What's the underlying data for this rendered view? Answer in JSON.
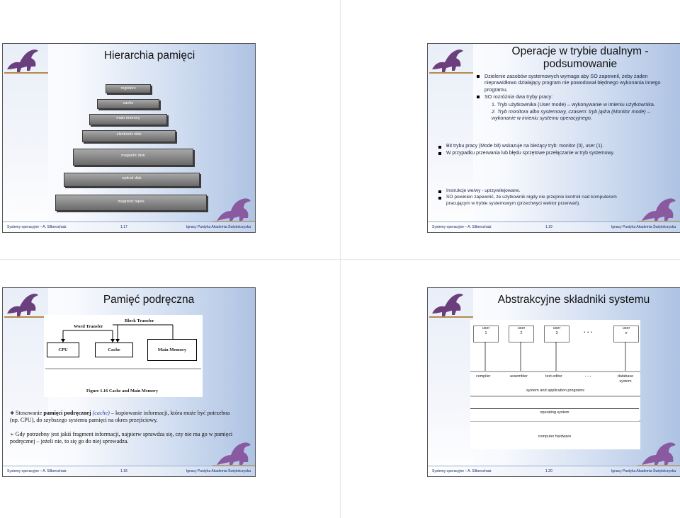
{
  "footer": {
    "left": "Systemy operacyjne – A. Silberschatz",
    "right": "Ignacy Pardyka Akademia Świętokrzyska"
  },
  "slides": {
    "s117": {
      "title": "Hierarchia pamięci",
      "page": "1.17",
      "levels": [
        "registers",
        "cache",
        "main memory",
        "electronic disk",
        "magnetic disk",
        "optical disk",
        "magnetic tapes"
      ]
    },
    "s119": {
      "title": "Operacje w trybie dualnym - podsumowanie",
      "page": "1.19",
      "b1": "Dzielenie zasobów systemowych wymaga aby SO zapewnił, żeby żaden nieprawidłowo działający program nie powodował błędnego wykonania innego programu.",
      "b2": "SO rozróżnia dwa tryby pracy:",
      "b2a": "1. Tryb użytkownika (User mode) – wykonywanie w imieniu użytkownika.",
      "b2b": "2. Tryb monitora albo systemowy, czasem: tryb jądra (Monitor mode) – wykonanie w imieniu systemu operacyjnego.",
      "b3": "Bit trybu pracy (Mode bit) wskazuje na bieżący tryb: monitor (0), user (1).",
      "b4": "W przypadku przerwania lub błędu sprzętowe przełączanie w tryb systemowy.",
      "b5": "Instrukcje we/wy - uprzywilejowane.",
      "b6": "SO powinien zapewnić, że użytkownik nigdy nie przejmie kontroli nad komputerem pracującym w trybie systemowym (przechwyci wektor przerwań)."
    },
    "s118": {
      "title": "Pamięć podręczna",
      "page": "1.18",
      "word_transfer": "Word Transfer",
      "block_transfer": "Block Transfer",
      "cpu": "CPU",
      "cache": "Cache",
      "main_memory": "Main Memory",
      "caption": "Figure 1.16 Cache and Main Memory",
      "p1_a": "Stosowanie ",
      "p1_b": "pamięci podręcznej",
      "p1_c": " (cache)",
      "p1_d": " – kopiowanie informacji, która może być potrzebna (np. CPU), do szybszego systemu pamięci na okres przejściowy.",
      "p2": "Gdy potrzebny jest jakiś fragment informacji, najpierw sprawdza się, czy nie ma go w pamięci podręcznej – jeżeli nie, to się go do niej sprowadza."
    },
    "s120": {
      "title": "Abstrakcyjne składniki systemu",
      "page": "1.20",
      "users": [
        {
          "label": "user",
          "num": "1"
        },
        {
          "label": "user",
          "num": "2"
        },
        {
          "label": "user",
          "num": "3"
        },
        {
          "label": "user",
          "num": "n"
        }
      ],
      "ellipsis": ". . .",
      "programs": [
        "compiler",
        "assembler",
        "text editor",
        ". . .",
        "database system"
      ],
      "sys_app": "system and application programs",
      "os": "operating system",
      "hw": "computer hardware"
    }
  }
}
